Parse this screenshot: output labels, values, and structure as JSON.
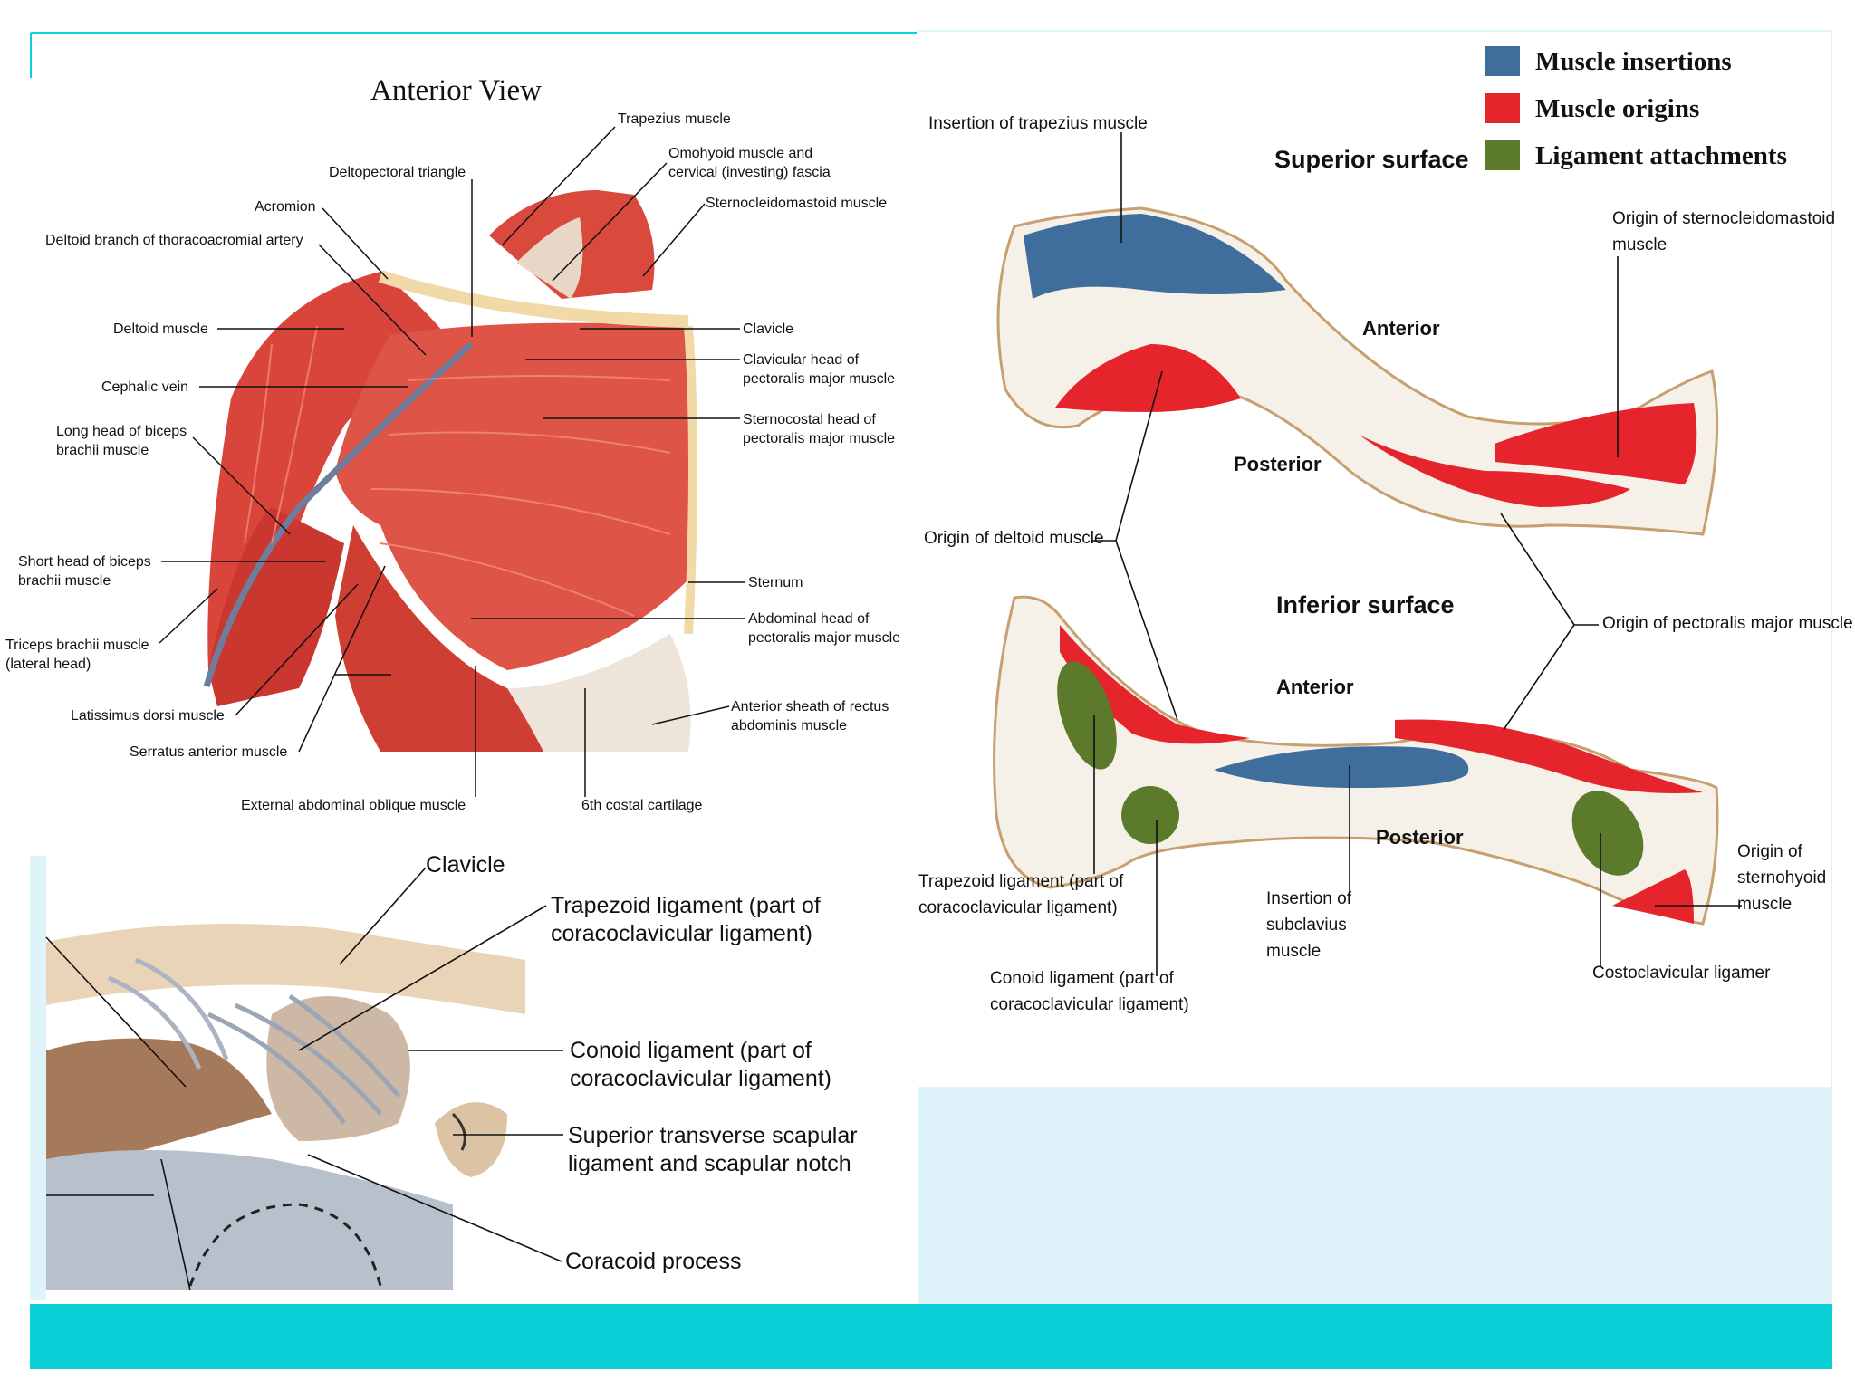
{
  "colors": {
    "muscle_insertions": "#3f6e9c",
    "muscle_origins": "#e5242b",
    "ligament_attachments": "#5b7a2c",
    "accent_band": "#0cd0d8",
    "panel_bg": "#def3fa"
  },
  "legend": {
    "insertions": "Muscle insertions",
    "origins": "Muscle origins",
    "ligaments": "Ligament attachments"
  },
  "anterior": {
    "title": "Anterior View",
    "trapezius": "Trapezius muscle",
    "omohyoid_1": "Omohyoid muscle and",
    "omohyoid_2": "cervical (investing) fascia",
    "deltopectoral": "Deltopectoral triangle",
    "scm": "Sternocleidomastoid muscle",
    "acromion": "Acromion",
    "deltoid_branch": "Deltoid branch of thoracoacromial artery",
    "deltoid": "Deltoid muscle",
    "clavicle": "Clavicle",
    "clav_head_1": "Clavicular head of",
    "clav_head_2": "pectoralis major muscle",
    "cephalic": "Cephalic vein",
    "long_head_1": "Long head of biceps",
    "long_head_2": "brachii muscle",
    "sterno_head_1": "Sternocostal head of",
    "sterno_head_2": "pectoralis major muscle",
    "short_head_1": "Short head of biceps",
    "short_head_2": "brachii muscle",
    "sternum": "Sternum",
    "triceps_1": "Triceps brachii muscle",
    "triceps_2": "(lateral head)",
    "abd_head_1": "Abdominal head of",
    "abd_head_2": "pectoralis major muscle",
    "latissimus": "Latissimus dorsi muscle",
    "ant_sheath_1": "Anterior sheath of rectus",
    "ant_sheath_2": "abdominis muscle",
    "serratus": "Serratus anterior muscle",
    "ext_oblique": "External abdominal oblique  muscle",
    "costal": "6th costal cartilage"
  },
  "clavicle_views": {
    "insertion_trapezius": "Insertion of trapezius muscle",
    "superior_surface": "Superior surface",
    "origin_scm_1": "Origin of sternocleidomastoid",
    "origin_scm_2": "muscle",
    "anterior_top": "Anterior",
    "posterior_top": "Posterior",
    "origin_deltoid": "Origin of deltoid muscle",
    "inferior_surface": "Inferior surface",
    "origin_pectoralis": "Origin of pectoralis major muscle",
    "anterior_bottom": "Anterior",
    "posterior_bottom": "Posterior",
    "trapezoid_1": "Trapezoid ligament (part of",
    "trapezoid_2": "coracoclavicular ligament)",
    "subclavius_1": "Insertion of",
    "subclavius_2": "subclavius",
    "subclavius_3": "muscle",
    "origin_sternohyoid_1": "Origin of",
    "origin_sternohyoid_2": "sternohyoid",
    "origin_sternohyoid_3": "muscle",
    "conoid_1": "Conoid ligament (part of",
    "conoid_2": "coracoclavicular ligament)",
    "costoclavicular": "Costoclavicular ligamer"
  },
  "ligaments": {
    "clavicle": "Clavicle",
    "trapezoid_1": "Trapezoid ligament (part of",
    "trapezoid_2": "coracoclavicular ligament)",
    "conoid_1": "Conoid ligament (part of",
    "conoid_2": "coracoclavicular ligament)",
    "sup_transverse_1": "Superior transverse scapular",
    "sup_transverse_2": "ligament and scapular notch",
    "coracoid": "Coracoid process"
  }
}
